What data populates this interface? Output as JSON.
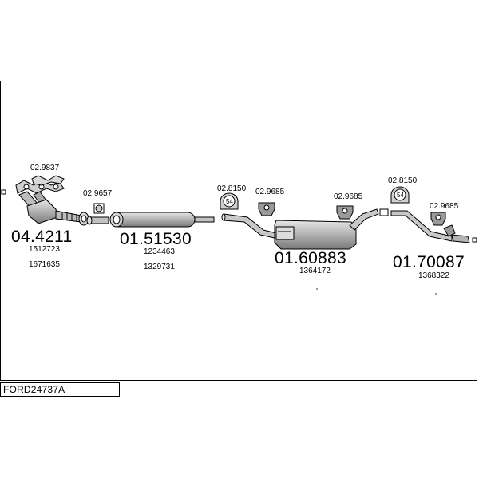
{
  "title_box": {
    "text": "FORD24737A"
  },
  "parts": [
    {
      "id": "p1",
      "number": "04.4211",
      "refs": [
        "1512723",
        "1671635"
      ],
      "accessories": [
        "02.9837",
        "02.9657"
      ]
    },
    {
      "id": "p2",
      "number": "01.51530",
      "refs": [
        "1234463",
        "1329731"
      ],
      "accessories": [
        "02.8150",
        "02.9685"
      ]
    },
    {
      "id": "p3",
      "number": "01.60883",
      "refs": [
        "1364172"
      ],
      "accessories": [
        "02.9685"
      ]
    },
    {
      "id": "p4",
      "number": "01.70087",
      "refs": [
        "1368322"
      ],
      "accessories": [
        "02.8150",
        "02.9685"
      ]
    }
  ],
  "clamp_glyph": "54",
  "colors": {
    "line": "#000000",
    "fill": "#b8b8b8",
    "fill_dark": "#8c8c8c",
    "background": "#ffffff"
  }
}
